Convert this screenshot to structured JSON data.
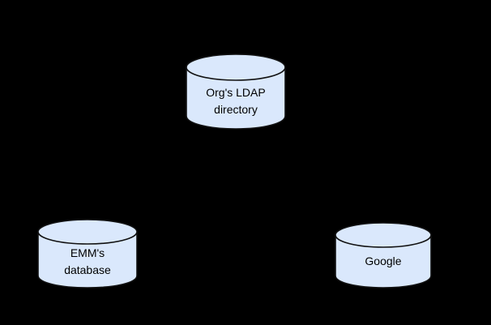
{
  "diagram": {
    "background_color": "#000000",
    "shape_fill_color": "#dae8fc",
    "shape_stroke_color": "#111111",
    "text_color": "#000000",
    "nodes": [
      {
        "id": "ldap",
        "shape": "cylinder",
        "icon": "database-cylinder-icon",
        "label_line_1": "Org's LDAP",
        "label_line_2": "directory"
      },
      {
        "id": "emm",
        "shape": "cylinder",
        "icon": "database-cylinder-icon",
        "label_line_1": "EMM's",
        "label_line_2": "database"
      },
      {
        "id": "google",
        "shape": "cylinder",
        "icon": "database-cylinder-icon",
        "label_line_1": "Google",
        "label_line_2": ""
      }
    ]
  }
}
